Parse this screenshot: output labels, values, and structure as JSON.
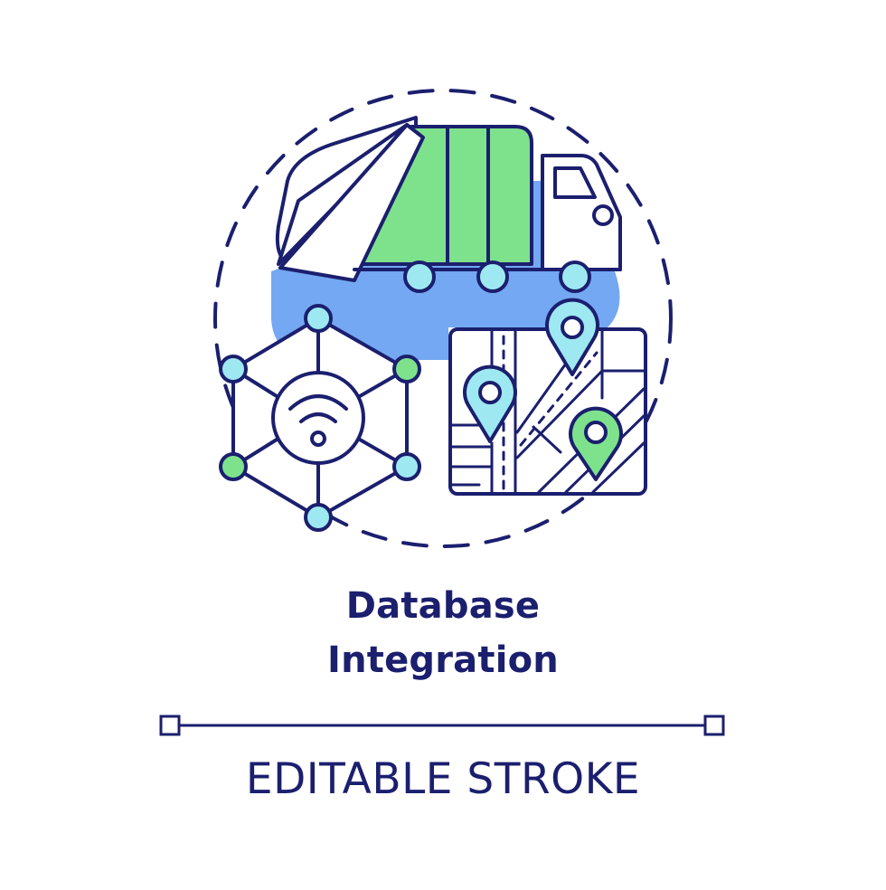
{
  "caption": {
    "title_line1": "Database",
    "title_line2": "Integration",
    "footer_label": "EDITABLE STROKE"
  },
  "icons": {
    "main": "garbage-truck-icon",
    "network": "wireless-network-icon",
    "map": "map-with-location-pins-icon"
  },
  "colors": {
    "stroke": "#1b1f6e",
    "green": "#7ee28d",
    "cyan": "#9ee8f2",
    "blue": "#74a8f2",
    "background": "#ffffff"
  }
}
